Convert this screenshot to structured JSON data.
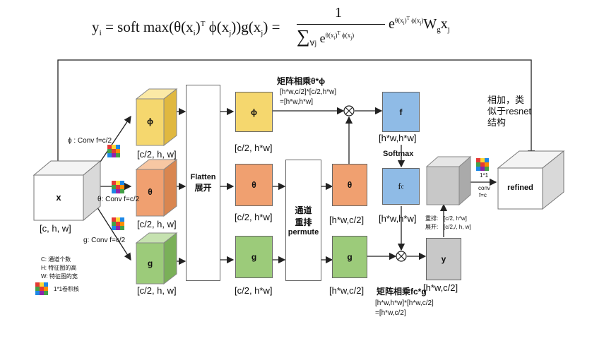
{
  "formula": {
    "lhs": "y",
    "lhs_sub": "i",
    "eq1": "= soft max(θ(x",
    "eq1_sub": "i",
    "eq1_b": ")",
    "eq1_sup": "T",
    "eq1_c": " ϕ(x",
    "eq1_csub": "j",
    "eq1_d": "))g(x",
    "eq1_dsub": "j",
    "eq1_e": ") =",
    "numerator": "1",
    "denom_sum": "∑",
    "denom_sub": "∀j",
    "denom_e": "e",
    "denom_exp": "θ(x",
    "denom_exp_sub": "i",
    "denom_exp_b": ")",
    "denom_exp_sup": "T",
    "denom_exp_c": " ϕ(x",
    "denom_exp_csub": "j",
    "denom_exp_d": ")",
    "rhs_e": "e",
    "rhs_exp": "θ(x",
    "rhs_exp_sub": "i",
    "rhs_exp_b": ")",
    "rhs_exp_sup": "T",
    "rhs_exp_c": " ϕ(x",
    "rhs_exp_csub": "j",
    "rhs_exp_d": ")",
    "rhs_w": "W",
    "rhs_w_sub": "g",
    "rhs_x": "x",
    "rhs_x_sub": "j"
  },
  "colors": {
    "phi": "#f5d76e",
    "theta": "#f0a070",
    "g": "#9ccb7a",
    "f": "#8fbbe6",
    "y": "#c8c8c8",
    "refined": "#ffffff",
    "line": "#222222"
  },
  "input": {
    "label": "x",
    "dims": "[c, h, w]"
  },
  "branches": {
    "phi_conv": "ϕ : Conv f=c/2",
    "theta_conv": "θ: Conv f=c/2",
    "g_conv": "g: Conv f=c/2"
  },
  "cubes": {
    "phi": {
      "label": "ϕ",
      "dims": "[c/2, h, w]"
    },
    "theta": {
      "label": "θ",
      "dims": "[c/2, h, w]"
    },
    "g": {
      "label": "g",
      "dims": "[c/2, h, w]"
    }
  },
  "flatten": {
    "line1": "Flatten",
    "line2": "展开"
  },
  "flat": {
    "phi": {
      "label": "ϕ",
      "dims": "[c/2, h*w]"
    },
    "theta": {
      "label": "θ",
      "dims": "[c/2, h*w]"
    },
    "g": {
      "label": "g",
      "dims": "[c/2, h*w]"
    }
  },
  "permute": {
    "line1": "通道",
    "line2": "重排",
    "line3": "permute"
  },
  "perm": {
    "theta": {
      "label": "θ",
      "dims": "[h*w,c/2]"
    },
    "g": {
      "label": "g",
      "dims": "[h*w,c/2]"
    }
  },
  "matmul1": {
    "title": "矩阵相乘θ*ϕ",
    "eq1": "[h*w,c/2]*[c/2,h*w]",
    "eq2": "=[h*w,h*w]"
  },
  "f_box": {
    "label": "f",
    "dims": "[h*w,h*w]"
  },
  "softmax": "Softmax",
  "fc_box": {
    "label": "f",
    "sub": "c",
    "dims": "[h*w,h*w]"
  },
  "matmul2": {
    "title": "矩阵相乘fc*g",
    "eq1": "[h*w,h*w]*[h*w,c/2]",
    "eq2": "=[h*w,c/2]"
  },
  "y_box": {
    "label": "y",
    "dims": "[h*w,c/2]"
  },
  "reshape": {
    "l1a": "重排:",
    "l1b": "[c/2, h*w]",
    "l2a": "展开:",
    "l2b": "[c/2,/, h, w]"
  },
  "conv11": {
    "l1": "1*1",
    "l2": "conv",
    "l3": "f=c"
  },
  "refined": {
    "label": "refined"
  },
  "residual": {
    "l1": "相加，类",
    "l2": "似于resnet",
    "l3": "结构"
  },
  "legend": {
    "c": "C: 通道个数",
    "h": "H: 特征图的高",
    "w": "W: 特征图的宽",
    "kernel": "1*1卷积核"
  }
}
